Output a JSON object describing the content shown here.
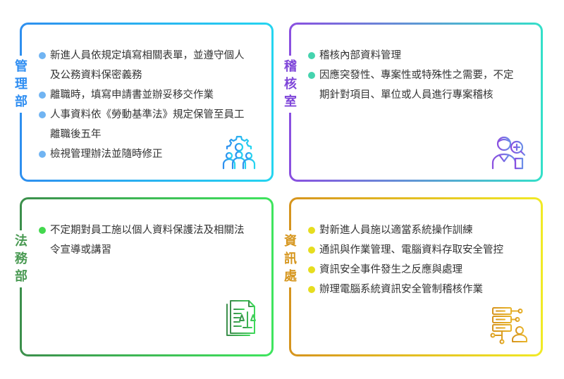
{
  "cards": [
    {
      "id": "mgmt",
      "label": [
        "管",
        "理",
        "部"
      ],
      "color": "#2f8ef2",
      "icon": "team-gear-icon",
      "items": [
        [
          "新進人員依規定填寫相關表單，並遵守個人",
          "及公務資料保密義務"
        ],
        [
          "離職時，填寫申請書並辦妥移交作業"
        ],
        [
          "人事資料依《勞動基準法》規定保管至員工",
          "離職後五年"
        ],
        [
          "檢視管理辦法並隨時修正"
        ]
      ]
    },
    {
      "id": "audit",
      "label": [
        "稽",
        "核",
        "室"
      ],
      "color": "#7f46d9",
      "icon": "auditor-magnifier-icon",
      "items": [
        [
          "稽核內部資料管理"
        ],
        [
          "因應突發性、專案性或特殊性之需要，不定",
          "期針對項目、單位或人員進行專案稽核"
        ]
      ]
    },
    {
      "id": "legal",
      "label": [
        "法",
        "務",
        "部"
      ],
      "color": "#4a9a53",
      "icon": "legal-document-scales-icon",
      "items": [
        [
          "不定期對員工施以個人資料保護法及相關法",
          "令宣導或講習"
        ]
      ]
    },
    {
      "id": "info",
      "label": [
        "資",
        "訊",
        "處"
      ],
      "color": "#d6961e",
      "icon": "server-user-icon",
      "items": [
        [
          "對新進人員施以適當系統操作訓練"
        ],
        [
          "通訊與作業管理、電腦資料存取安全管控"
        ],
        [
          "資訊安全事件發生之反應與處理"
        ],
        [
          "辦理電腦系統資訊安全管制稽核作業"
        ]
      ]
    }
  ]
}
